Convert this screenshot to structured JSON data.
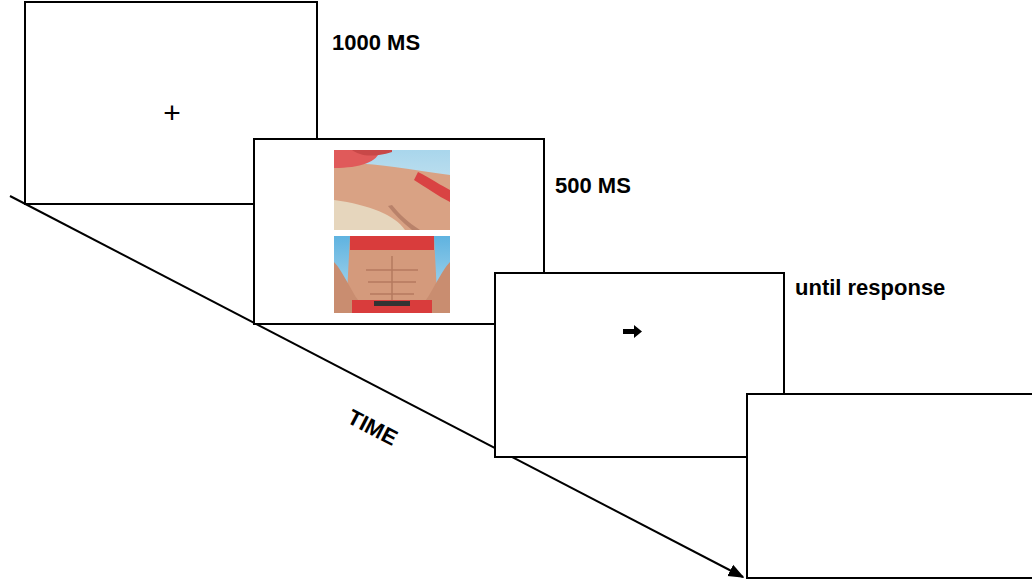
{
  "diagram": {
    "nodes": [
      {
        "text": [
          "+",
          "1000 MS"
        ]
      },
      {
        "text": [
          "500 MS"
        ]
      },
      {
        "text": [
          "until response"
        ]
      }
    ],
    "labels": [
      "TIME"
    ]
  }
}
